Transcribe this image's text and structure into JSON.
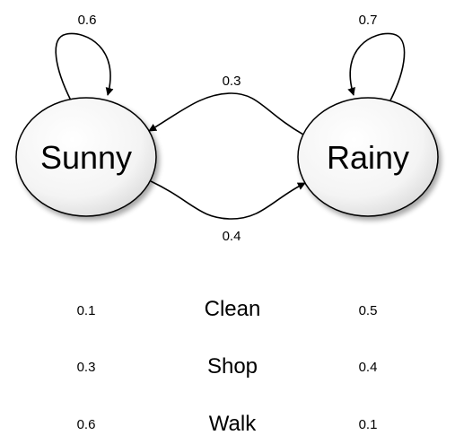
{
  "states": {
    "sunny": {
      "label": "Sunny",
      "self_prob": "0.6"
    },
    "rainy": {
      "label": "Rainy",
      "self_prob": "0.7"
    }
  },
  "transitions": {
    "rainy_to_sunny": "0.3",
    "sunny_to_rainy": "0.4"
  },
  "emissions": [
    {
      "observation": "Clean",
      "sunny": "0.1",
      "rainy": "0.5"
    },
    {
      "observation": "Shop",
      "sunny": "0.3",
      "rainy": "0.4"
    },
    {
      "observation": "Walk",
      "sunny": "0.6",
      "rainy": "0.1"
    }
  ],
  "colors": {
    "node_fill_light": "#ffffff",
    "node_fill_dark": "#d9d9d9",
    "stroke": "#000000"
  }
}
